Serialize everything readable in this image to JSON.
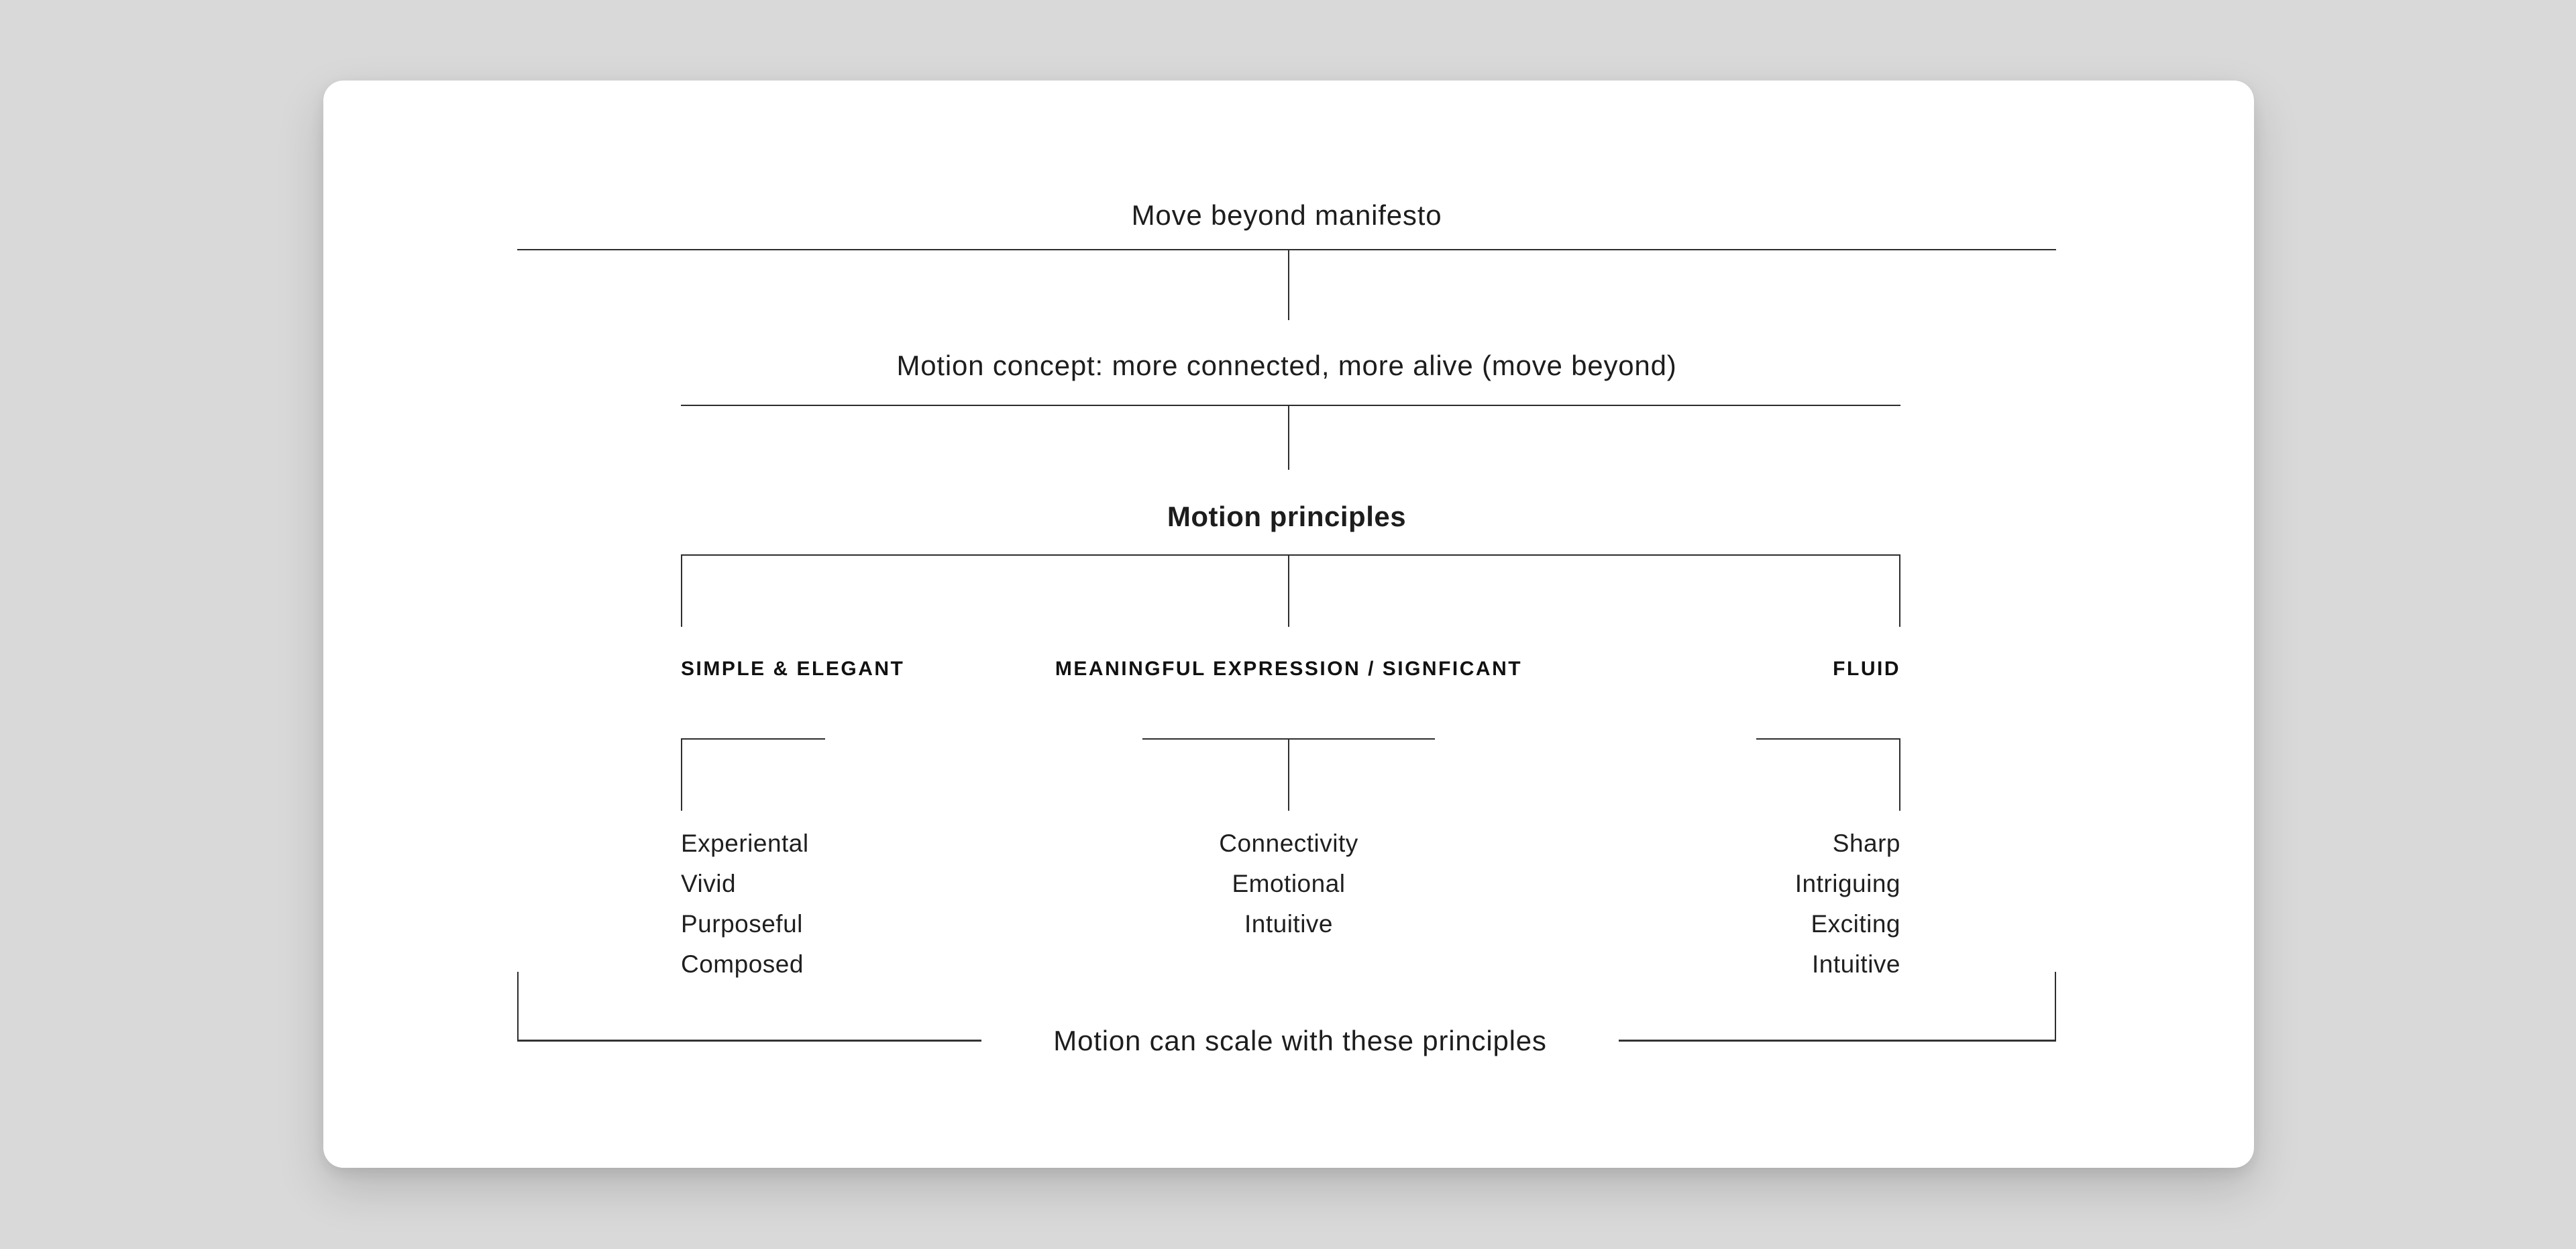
{
  "scene": {
    "background_color": "#d9d9d9",
    "card_color": "#ffffff",
    "line_color": "#2d2d2d",
    "text_color": "#1d1d1d"
  },
  "diagram": {
    "manifesto_title": "Move beyond manifesto",
    "concept_title": "Motion concept: more connected, more alive (move beyond)",
    "principles_title": "Motion principles",
    "columns": [
      {
        "label": "SIMPLE & ELEGANT",
        "items": [
          "Experiental",
          "Vivid",
          "Purposeful",
          "Composed"
        ]
      },
      {
        "label": "MEANINGFUL EXPRESSION / SIGNFICANT",
        "items": [
          "Connectivity",
          "Emotional",
          "Intuitive"
        ]
      },
      {
        "label": "FLUID",
        "items": [
          "Sharp",
          "Intriguing",
          "Exciting",
          "Intuitive"
        ]
      }
    ],
    "footer_title": "Motion can scale with these principles"
  }
}
